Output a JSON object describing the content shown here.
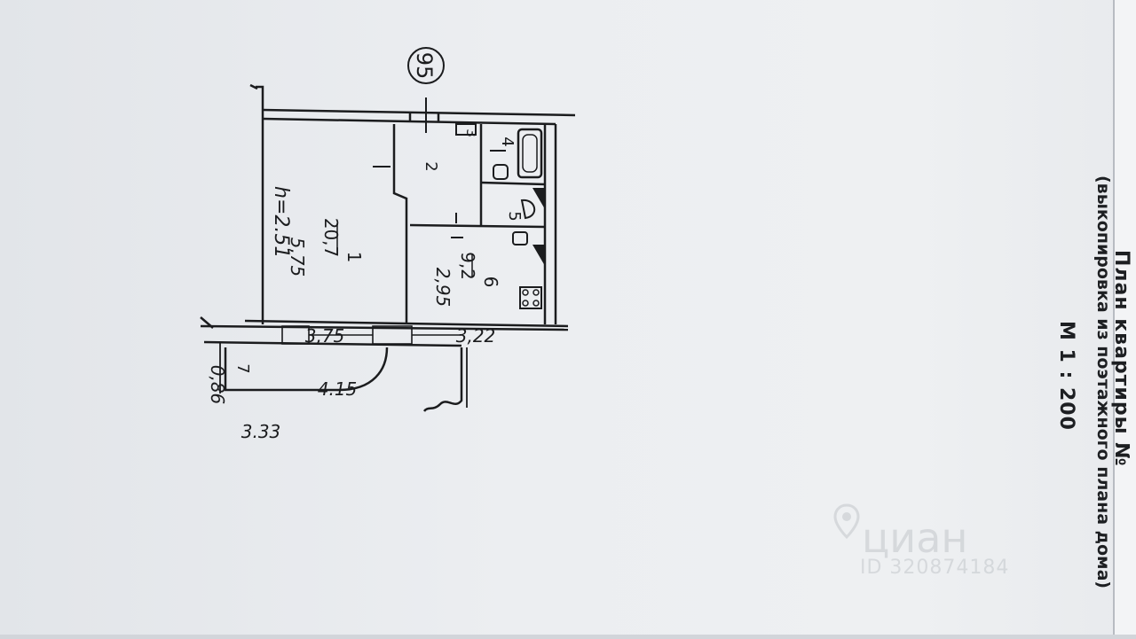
{
  "document": {
    "title": "План квартиры №",
    "subtitle": "(выкопировка из поэтажного плана дома)",
    "scale": "М 1 : 200"
  },
  "plan": {
    "axis_marker": "95",
    "ceiling_height": "h=2.51",
    "rooms": [
      {
        "number": "1",
        "area": "20,7"
      },
      {
        "number": "2",
        "area": ""
      },
      {
        "number": "3",
        "area": ""
      },
      {
        "number": "4",
        "area": ""
      },
      {
        "number": "5",
        "area": ""
      },
      {
        "number": "6",
        "area": "9,2"
      },
      {
        "number": "7",
        "area": ""
      }
    ],
    "dimensions": {
      "room1_length": "5,75",
      "room1_width": "3,75",
      "kitchen_length": "2,95",
      "kitchen_width": "3,22",
      "balcony_length_outer": "4.15",
      "balcony_length_inner": "3.33",
      "balcony_depth": "0,86"
    }
  },
  "watermark": {
    "brand": "циан",
    "id_text": "ID 320874184"
  }
}
